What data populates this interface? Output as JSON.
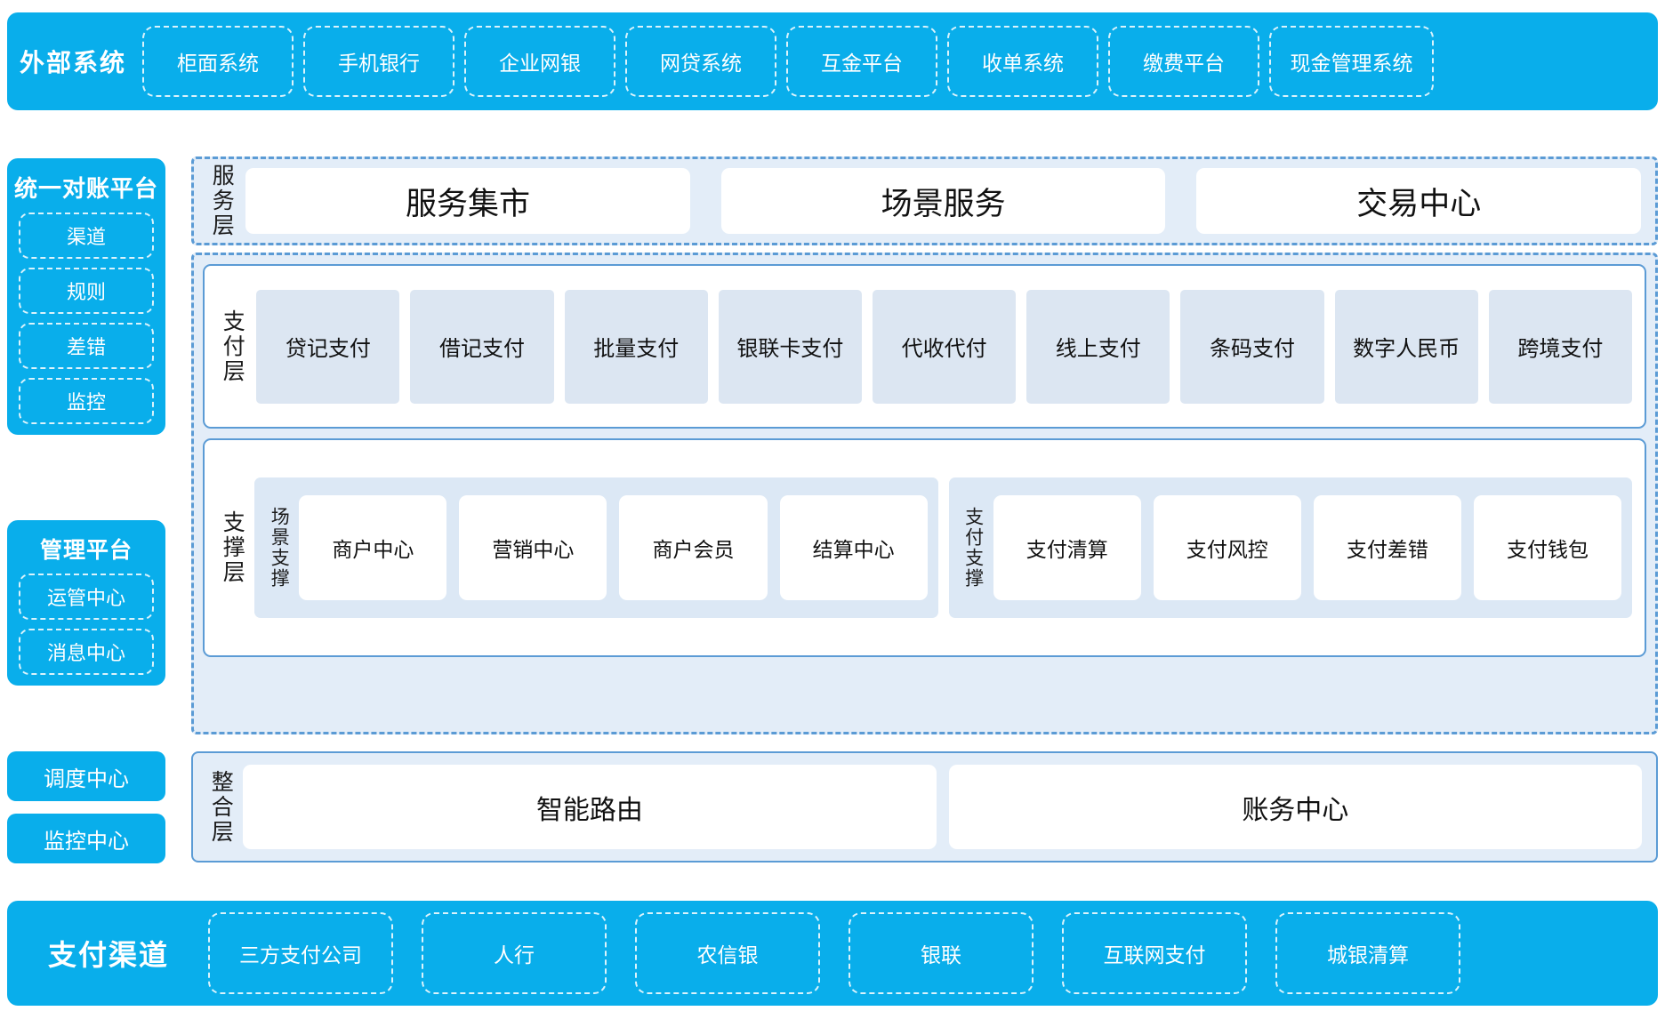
{
  "external": {
    "title": "外部系统",
    "items": [
      "柜面系统",
      "手机银行",
      "企业网银",
      "网贷系统",
      "互金平台",
      "收单系统",
      "缴费平台",
      "现金管理系统"
    ]
  },
  "sidebar": {
    "recon": {
      "title": "统一对账平台",
      "items": [
        "渠道",
        "规则",
        "差错",
        "监控"
      ]
    },
    "manage": {
      "title": "管理平台",
      "items": [
        "运管中心",
        "消息中心"
      ]
    },
    "standalone": [
      "调度中心",
      "监控中心"
    ]
  },
  "service_layer": {
    "label": "服务层",
    "items": [
      "服务集市",
      "场景服务",
      "交易中心"
    ]
  },
  "pay_layer": {
    "label": "支付层",
    "items": [
      "贷记支付",
      "借记支付",
      "批量支付",
      "银联卡支付",
      "代收代付",
      "线上支付",
      "条码支付",
      "数字人民币",
      "跨境支付"
    ]
  },
  "support_layer": {
    "label": "支撑层",
    "groups": [
      {
        "label": "场景支撑",
        "items": [
          "商户中心",
          "营销中心",
          "商户会员",
          "结算中心"
        ]
      },
      {
        "label": "支付支撑",
        "items": [
          "支付清算",
          "支付风控",
          "支付差错",
          "支付钱包"
        ]
      }
    ]
  },
  "integration_layer": {
    "label": "整合层",
    "items": [
      "智能路由",
      "账务中心"
    ]
  },
  "channels": {
    "title": "支付渠道",
    "items": [
      "三方支付公司",
      "人行",
      "农信银",
      "银联",
      "互联网支付",
      "城银清算"
    ]
  },
  "colors": {
    "brand_blue": "#09AEEB",
    "dashed_blue": "#5B9BD5",
    "pale_panel": "#E3EDF8",
    "card_pale": "#DCE6F2",
    "group_pale": "#DCE8F5"
  }
}
